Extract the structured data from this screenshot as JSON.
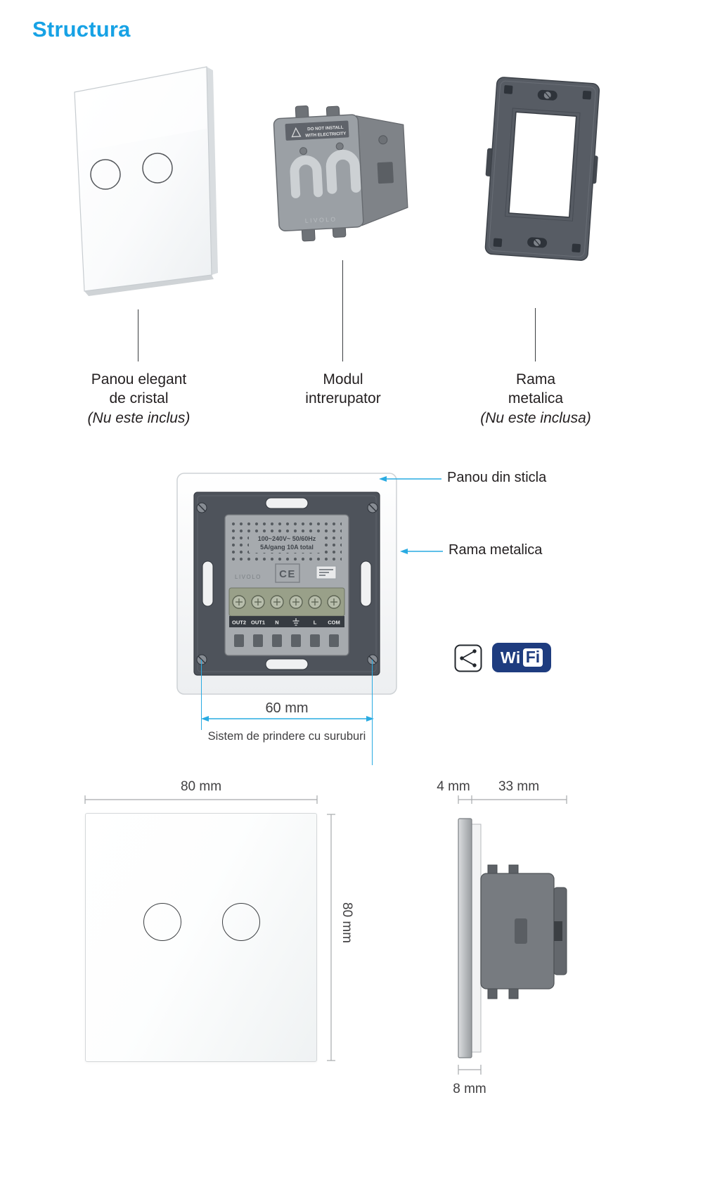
{
  "title": "Structura",
  "colors": {
    "accent": "#29abe2",
    "title_blue": "#17a2e5",
    "wifi_navy": "#1e3c7f",
    "text_dark": "#231f20",
    "dim_text": "#414042"
  },
  "components": {
    "glass_panel": {
      "line1": "Panou elegant",
      "line2": "de cristal",
      "note": "(Nu este inclus)"
    },
    "switch_module": {
      "line1": "Modul",
      "line2": "intrerupator",
      "warning1": "DO NOT INSTALL",
      "warning2": "WITH ELECTRICITY",
      "brand": "LIVOLO"
    },
    "metal_frame": {
      "line1": "Rama",
      "line2": "metalica",
      "note": "(Nu este inclusa)"
    }
  },
  "assembly": {
    "callout_glass": "Panou din sticla",
    "callout_frame": "Rama metalica",
    "spec_line1": "100~240V~ 50/60Hz",
    "spec_line2": "5A/gang 10A total",
    "brand": "LIVOLO",
    "ce_mark": "CE",
    "terminals": [
      "OUT2",
      "OUT1",
      "N",
      "L",
      "COM"
    ],
    "dim_60": "60 mm",
    "mounting_note": "Sistem de prindere cu suruburi"
  },
  "badges": {
    "wifi_wi": "Wi",
    "wifi_fi": "Fi"
  },
  "dimensions": {
    "front_width": "80 mm",
    "front_height": "80 mm",
    "glass_thickness": "4 mm",
    "module_depth": "33 mm",
    "panel_depth": "8 mm"
  }
}
